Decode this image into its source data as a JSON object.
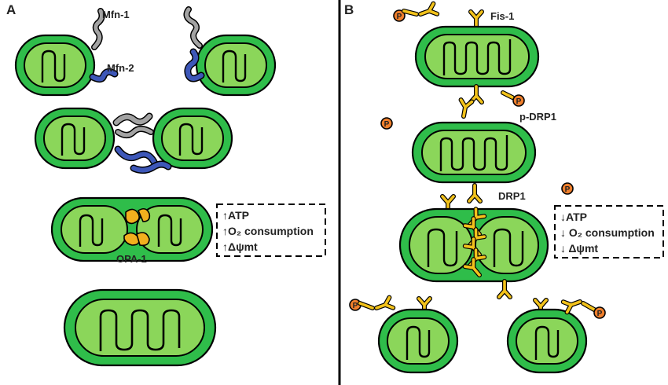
{
  "panels": {
    "a": {
      "label": "A",
      "proteins": {
        "mfn1": "Mfn-1",
        "mfn2": "Mfn-2",
        "opa1": "OPA-1"
      },
      "effects": [
        "↑ATP",
        "↑O₂ consumption",
        "↑Δψmt"
      ]
    },
    "b": {
      "label": "B",
      "proteins": {
        "fis1": "Fis-1",
        "pdrp1": "p-DRP1",
        "drp1": "DRP1"
      },
      "phospho": "P",
      "effects": [
        "↓ATP",
        "↓ O₂ consumption",
        "↓ Δψmt"
      ]
    }
  },
  "colors": {
    "outer_membrane": "#2fbd4a",
    "matrix": "#8bd65a",
    "mfn1": "#a3a3a3",
    "mfn2": "#3d57b8",
    "opa1": "#f2b01e",
    "drp1": "#f2c21b",
    "fis1": "#f4b324",
    "phosphate": "#ef7f2c"
  }
}
